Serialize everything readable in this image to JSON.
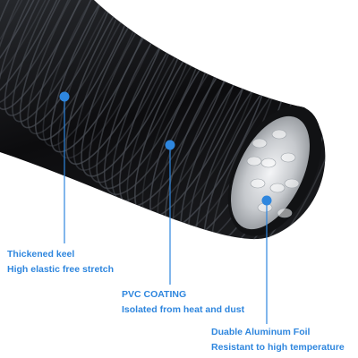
{
  "image": {
    "background": "#ffffff",
    "subject": "flexible-ducting-hose"
  },
  "colors": {
    "hose_dark": "#0d0d0f",
    "hose_rib": "#4a4e55",
    "foil": "#c9ccd0",
    "accent": "#2e86de",
    "text": "#2e86de"
  },
  "callouts": [
    {
      "line1": "Thickened keel",
      "line2": "High elastic free stretch"
    },
    {
      "line1": "PVC COATING",
      "line2": "Isolated from heat and dust"
    },
    {
      "line1": "Duable Aluminum Foil",
      "line2": "Resistant to high temperature"
    }
  ]
}
